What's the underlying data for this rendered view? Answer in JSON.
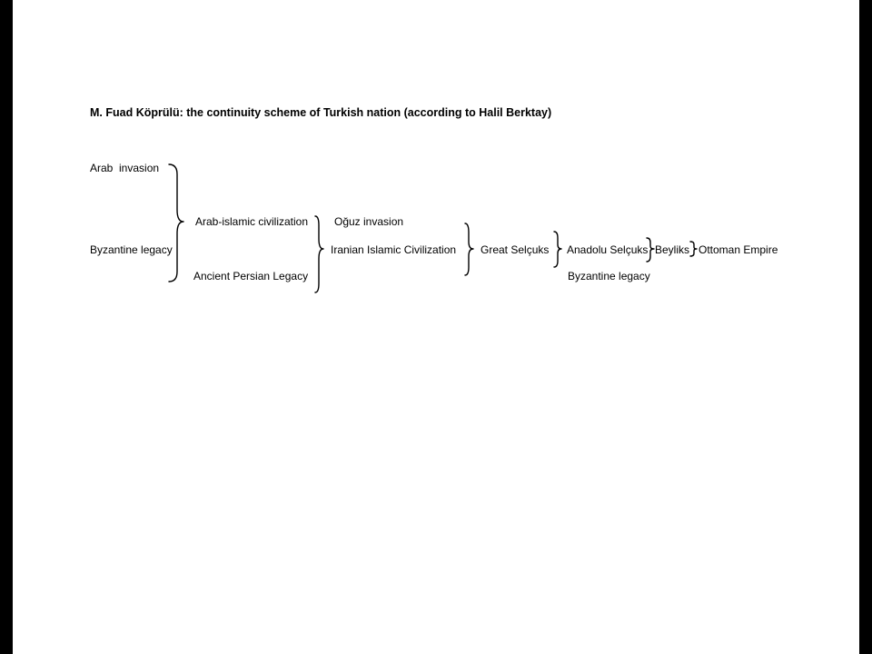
{
  "title": "M. Fuad Köprülü: the continuity scheme of Turkish nation (according to Halil Berktay)",
  "nodes": {
    "arab_invasion": "Arab  invasion",
    "byzantine_legacy_1": "Byzantine legacy",
    "arab_islamic_civilization": "Arab-islamic civilization",
    "ancient_persian_legacy": "Ancient Persian Legacy",
    "oguz_invasion": "Oğuz invasion",
    "iranian_islamic_civilization": "Iranian Islamic Civilization",
    "great_selcuks": "Great Selçuks",
    "anadolu_selcuks": "Anadolu Selçuks",
    "byzantine_legacy_2": "Byzantine legacy",
    "beyliks": "Beyliks",
    "ottoman_empire": "Ottoman Empire"
  },
  "colors": {
    "background": "#000000",
    "slide": "#ffffff",
    "text": "#000000"
  }
}
